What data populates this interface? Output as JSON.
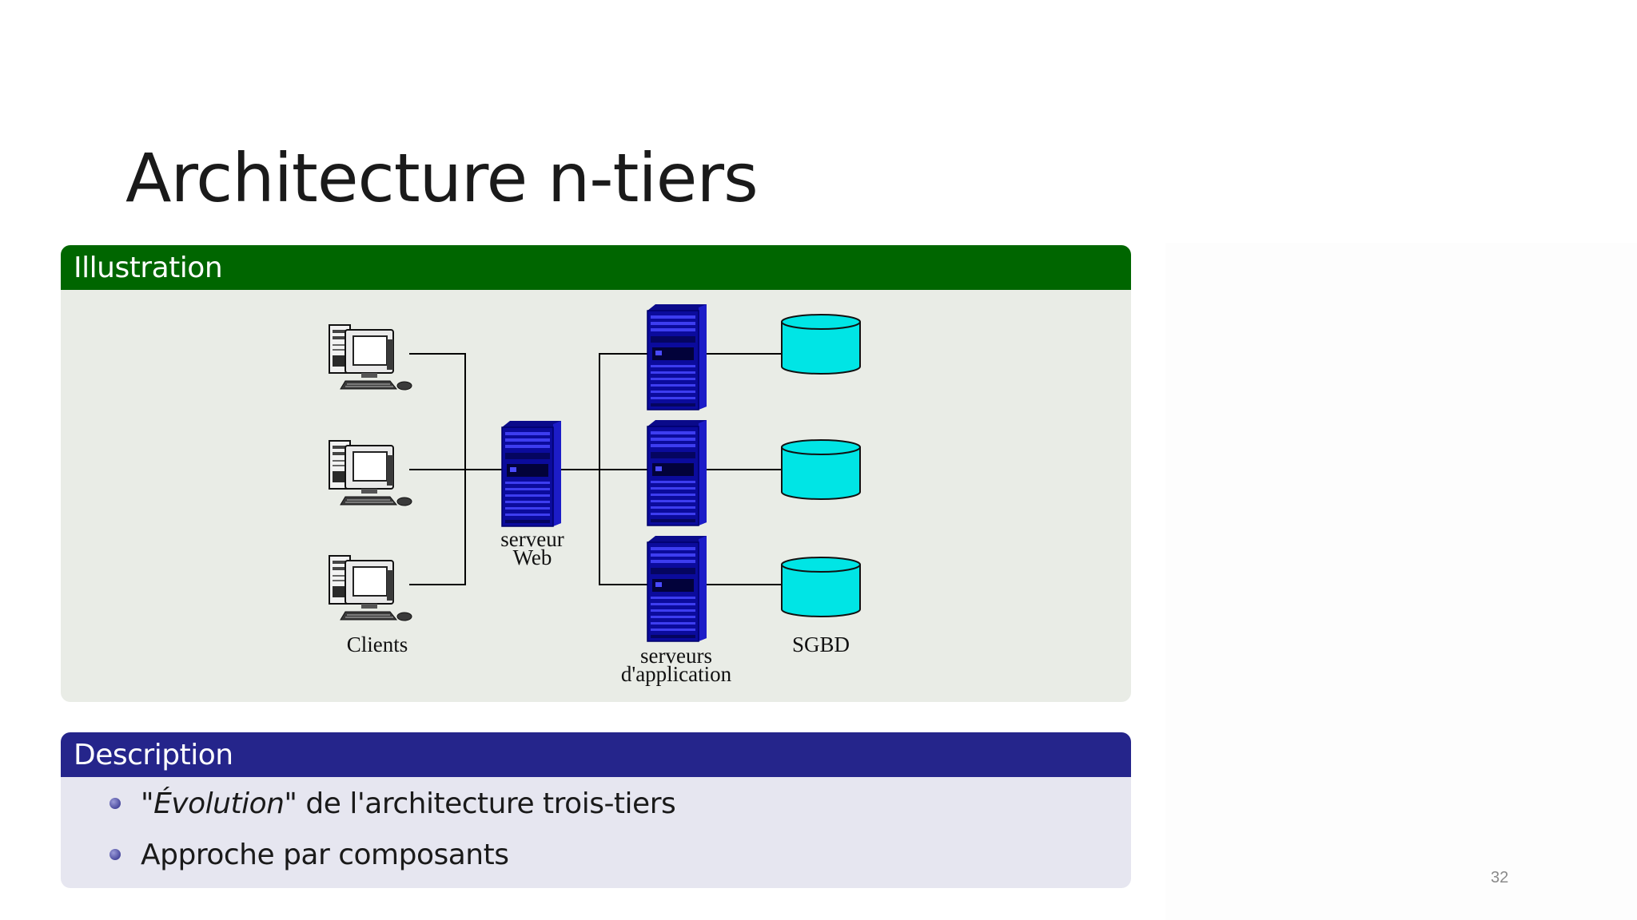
{
  "title": "Architecture n-tiers",
  "illustration": {
    "header": "Illustration",
    "labels": {
      "clients": "Clients",
      "web_server_line1": "serveur",
      "web_server_line2": "Web",
      "app_servers_line1": "serveurs",
      "app_servers_line2": "d'application",
      "dbms": "SGBD"
    }
  },
  "description": {
    "header": "Description",
    "items": [
      {
        "quote_open": "\"",
        "italic": "Évolution",
        "rest": "\" de l'architecture trois-tiers"
      },
      {
        "text": "Approche par composants"
      }
    ]
  },
  "page_number": "32",
  "icons": [
    "client-computer-icon",
    "server-tower-icon",
    "database-cylinder-icon",
    "bullet-icon"
  ],
  "colors": {
    "illustration_header": "#006600",
    "illustration_body": "#e9ece6",
    "description_header": "#25258b",
    "description_body": "#e6e6f0",
    "server": "#0b0b9c",
    "database": "#00e5e5"
  }
}
